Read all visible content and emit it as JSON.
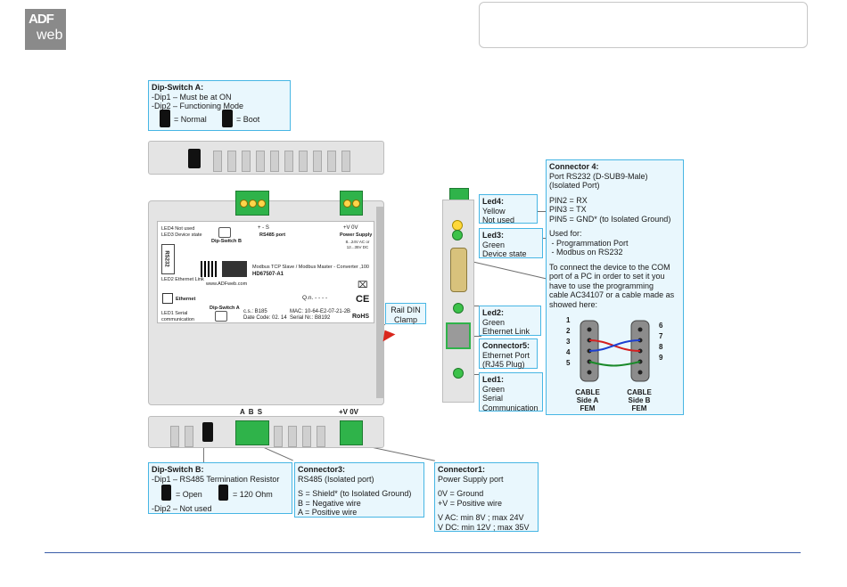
{
  "brand": {
    "line1": "ADF",
    "line2": "web"
  },
  "top_box": "",
  "dip_a": {
    "title": "Dip-Switch A:",
    "lines": [
      "-Dip1 – Must be at ON",
      "-Dip2 – Functioning Mode"
    ],
    "normal": "= Normal",
    "boot": "= Boot"
  },
  "connector4": {
    "title": "Connector 4:",
    "lines": [
      "Port RS232 (D-SUB9-Male)",
      "(Isolated Port)",
      "",
      "PIN2 = RX",
      "PIN3 = TX",
      "PIN5 = GND* (to Isolated Ground)",
      "",
      "Used for:",
      " - Programmation Port",
      " - Modbus on RS232",
      "",
      "To connect the device to the COM",
      "port of a PC in order to set it you",
      "have to use the programming",
      "cable AC34107 or a cable made as",
      "showed here:"
    ]
  },
  "cable": {
    "left_pins": [
      "1",
      "2",
      "3",
      "4",
      "5"
    ],
    "right_pins": [
      "6",
      "7",
      "8",
      "9"
    ],
    "side_a": [
      "CABLE",
      "Side A",
      "FEM"
    ],
    "side_b": [
      "CABLE",
      "Side B",
      "FEM"
    ]
  },
  "led4": {
    "title": "Led4:",
    "lines": [
      "Yellow",
      "Not used"
    ]
  },
  "led3": {
    "title": "Led3:",
    "lines": [
      "Green",
      "Device state"
    ]
  },
  "led2": {
    "title": "Led2:",
    "lines": [
      "Green",
      "Ethernet Link"
    ]
  },
  "connector5": {
    "title": "Connector5:",
    "lines": [
      "Ethernet Port",
      "(RJ45 Plug)"
    ]
  },
  "led1": {
    "title": "Led1:",
    "lines": [
      "Green",
      "Serial",
      "Communication"
    ]
  },
  "rail": {
    "lines": [
      "Rail DIN",
      "Clamp"
    ]
  },
  "dip_b": {
    "title": "Dip-Switch B:",
    "lines": [
      "-Dip1 – RS485 Termination Resistor"
    ],
    "open": "= Open",
    "ohm": "= 120 Ohm",
    "dip2": "-Dip2 – Not used"
  },
  "connector3": {
    "title": "Connector3:",
    "lines": [
      "RS485 (Isolated port)",
      "",
      "S = Shield* (to Isolated Ground)",
      "B = Negative wire",
      "A = Positive wire"
    ]
  },
  "connector1": {
    "title": "Connector1:",
    "lines": [
      "Power Supply port",
      "",
      "0V = Ground",
      "+V = Positive wire",
      "",
      "V AC: min 8V ; max 24V",
      "V DC: min 12V ; max 35V"
    ]
  },
  "device_label": {
    "led4_txt": "LED4 Not used",
    "led3_txt": "LED3 Device state",
    "led2_txt": "LED2 Ethernet Link",
    "led1_txt": "LED1 Serial communication",
    "dipb": "Dip-Switch B",
    "rs485_head": "+   -   S",
    "rs485_port": "RS485 port",
    "pwr_head": "+V   0V",
    "pwr_title": "Power Supply",
    "pwr_range": "8...24V AC or 12...35V DC",
    "rs232": "RS232",
    "product": "Modbus TCP Slave / Modbus Master - Converter ,100",
    "code": "HD67507-A1",
    "url": "www.ADFweb.com",
    "qn": "Q.n.   - - - -",
    "ethernet": "Ethernet",
    "dipa": "Dip-Switch A",
    "cs": "c.s.: B185",
    "date": "Date Code: 02. 14",
    "mac": "MAC: 10-64-E2-07-21-2B",
    "serial": "Serial Nr.: B8192",
    "ce": "CE",
    "rohs": "RoHS"
  },
  "bottom_terminal_labels": {
    "rs485": "A  B  S",
    "power": "+V  0V"
  },
  "colors": {
    "callout_bg": "#e9f7fd",
    "callout_border": "#47b6e4",
    "terminal": "#2fb34a",
    "footer_line": "#3a5da8"
  }
}
